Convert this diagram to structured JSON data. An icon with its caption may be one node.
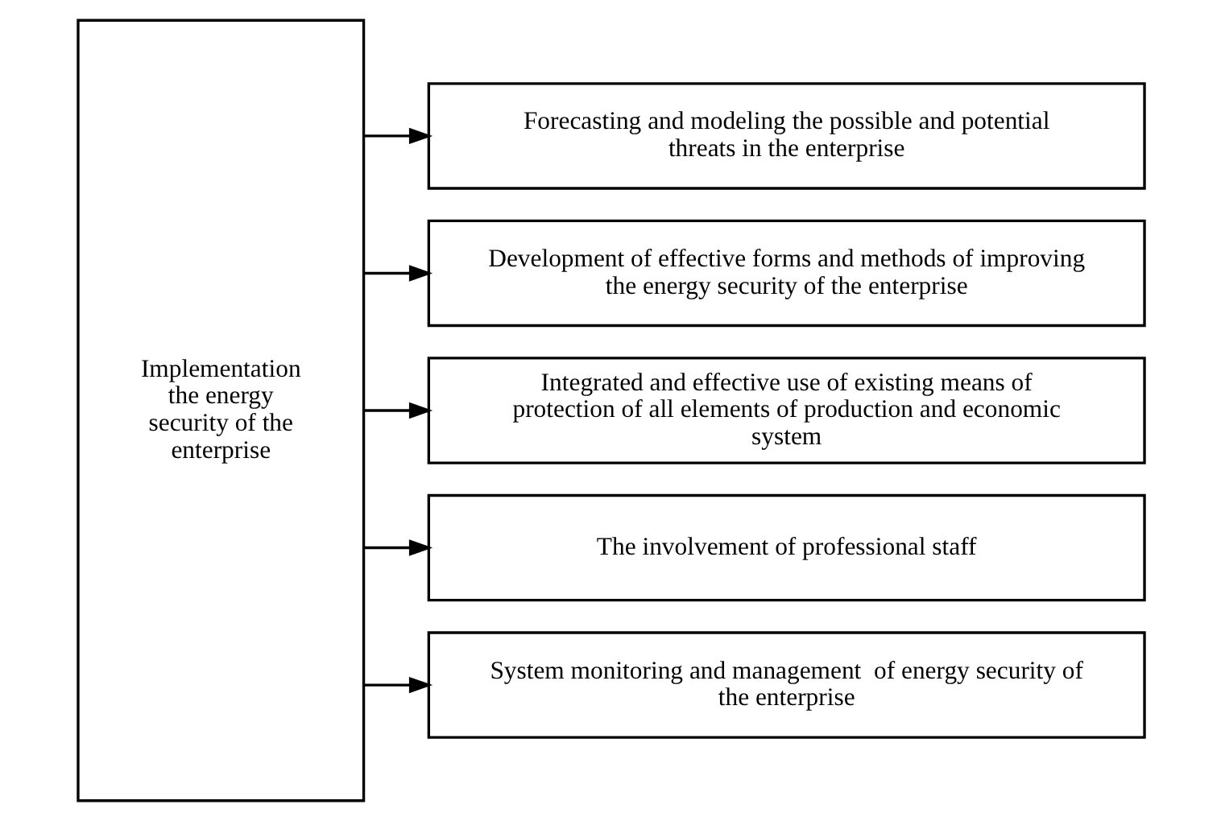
{
  "diagram": {
    "nodes": [
      {
        "text": [
          "Implementation the energy security of the enterprise"
        ]
      },
      {
        "text": [
          "Forecasting and modeling the possible and potential threats in the enterprise"
        ]
      },
      {
        "text": [
          "Development of effective forms and methods of improving the energy security of the enterprise"
        ]
      },
      {
        "text": [
          "Integrated and effective use of existing means of protection of all elements of production and economic system"
        ]
      },
      {
        "text": [
          "The involvement of professional staff"
        ]
      },
      {
        "text": [
          "System monitoring and management  of energy security of the enterprise"
        ]
      }
    ],
    "edges": [
      {
        "from": 0,
        "to": 1,
        "arrow": "to"
      },
      {
        "from": 0,
        "to": 2,
        "arrow": "to"
      },
      {
        "from": 0,
        "to": 3,
        "arrow": "to"
      },
      {
        "from": 0,
        "to": 4,
        "arrow": "to"
      },
      {
        "from": 0,
        "to": 5,
        "arrow": "to"
      }
    ]
  }
}
